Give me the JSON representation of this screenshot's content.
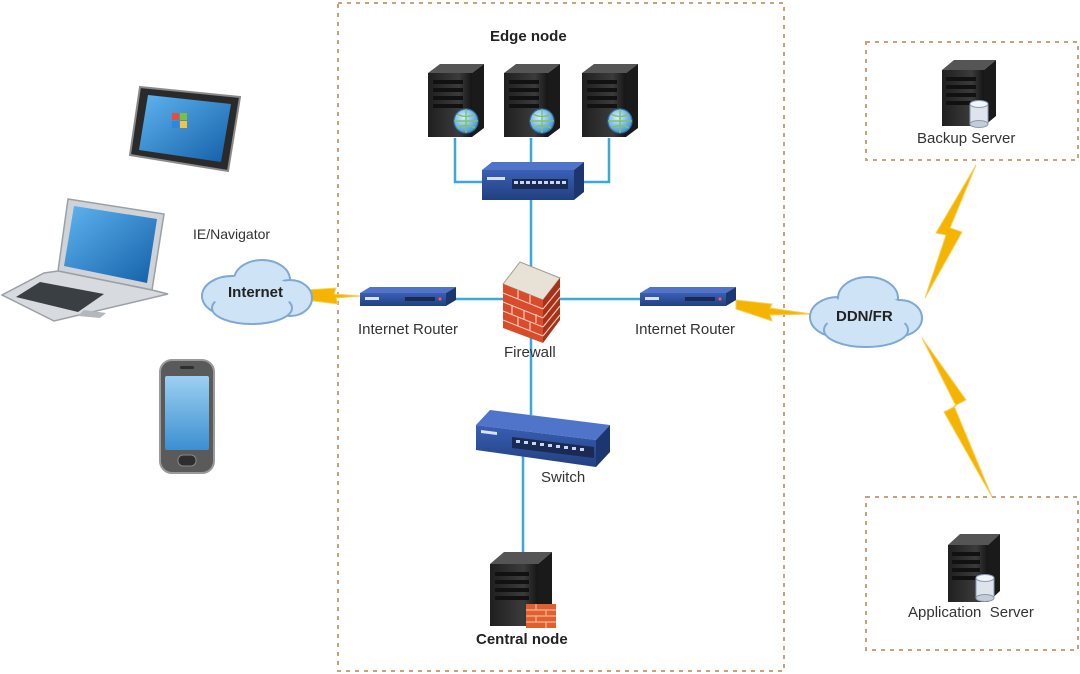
{
  "labels": {
    "edge_node": "Edge node",
    "central_node": "Central node",
    "ie_navigator": "IE/Navigator",
    "internet": "Internet",
    "ddn_fr": "DDN/FR",
    "internet_router_left": "Internet Router",
    "internet_router_right": "Internet Router",
    "firewall": "Firewall",
    "switch": "Switch",
    "backup_server": "Backup Server",
    "application_server": "Application  Server"
  },
  "colors": {
    "connector": "#3aa8d8",
    "dashed_border": "#c8a27a",
    "lightning": "#f4b400",
    "server_body": "#2b2b2b",
    "switch_body": "#2d4e9a",
    "firewall_brick": "#d94b2b",
    "cloud": "#cfe3f7"
  },
  "icons": {
    "tablet": "tablet-icon",
    "laptop": "laptop-icon",
    "phone": "smartphone-icon",
    "server": "server-icon",
    "router": "router-icon",
    "switch": "switch-icon",
    "firewall": "firewall-icon",
    "cloud": "cloud-icon"
  }
}
